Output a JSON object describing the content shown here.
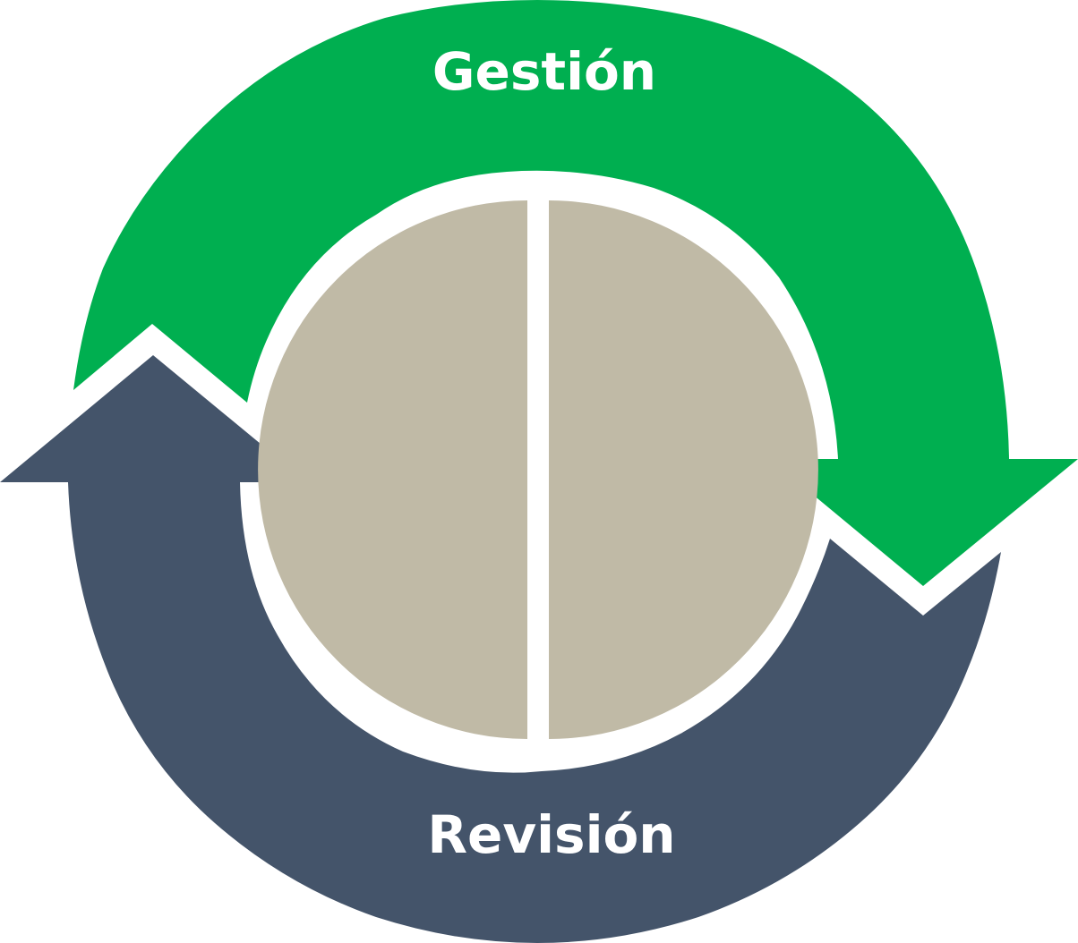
{
  "diagram": {
    "top_arrow": {
      "label": "Gestión",
      "color": "#00AF50"
    },
    "bottom_arrow": {
      "label": "Revisión",
      "color": "#44546A"
    },
    "center_circle": {
      "color": "#C0BAA6",
      "halves": 2
    },
    "background_color": "#FFFFFF"
  }
}
